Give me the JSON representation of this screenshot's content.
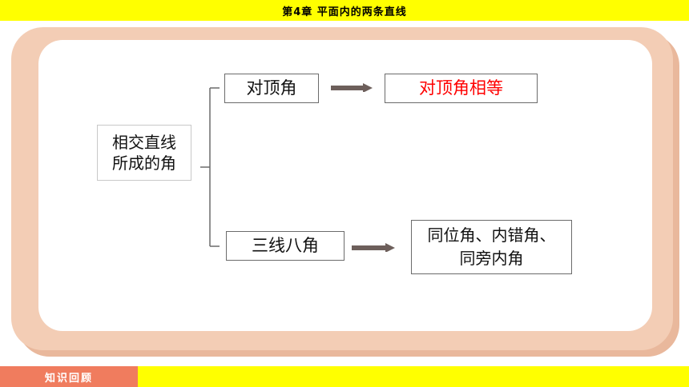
{
  "header": {
    "title": "第4章  平面内的两条直线"
  },
  "diagram": {
    "root": {
      "line1": "相交直线",
      "line2": "所成的角"
    },
    "branch_top": {
      "label": "对顶角",
      "result": "对顶角相等"
    },
    "branch_bottom": {
      "label": "三线八角",
      "result_line1": "同位角、内错角、",
      "result_line2": "同旁内角"
    },
    "colors": {
      "highlight": "#ff0000",
      "arrow": "#6d5f5b",
      "frame": "#f3cdb5",
      "bar": "#ffff00",
      "tab": "#f07c5e"
    }
  },
  "footer": {
    "tab_label": "知识回顾"
  }
}
